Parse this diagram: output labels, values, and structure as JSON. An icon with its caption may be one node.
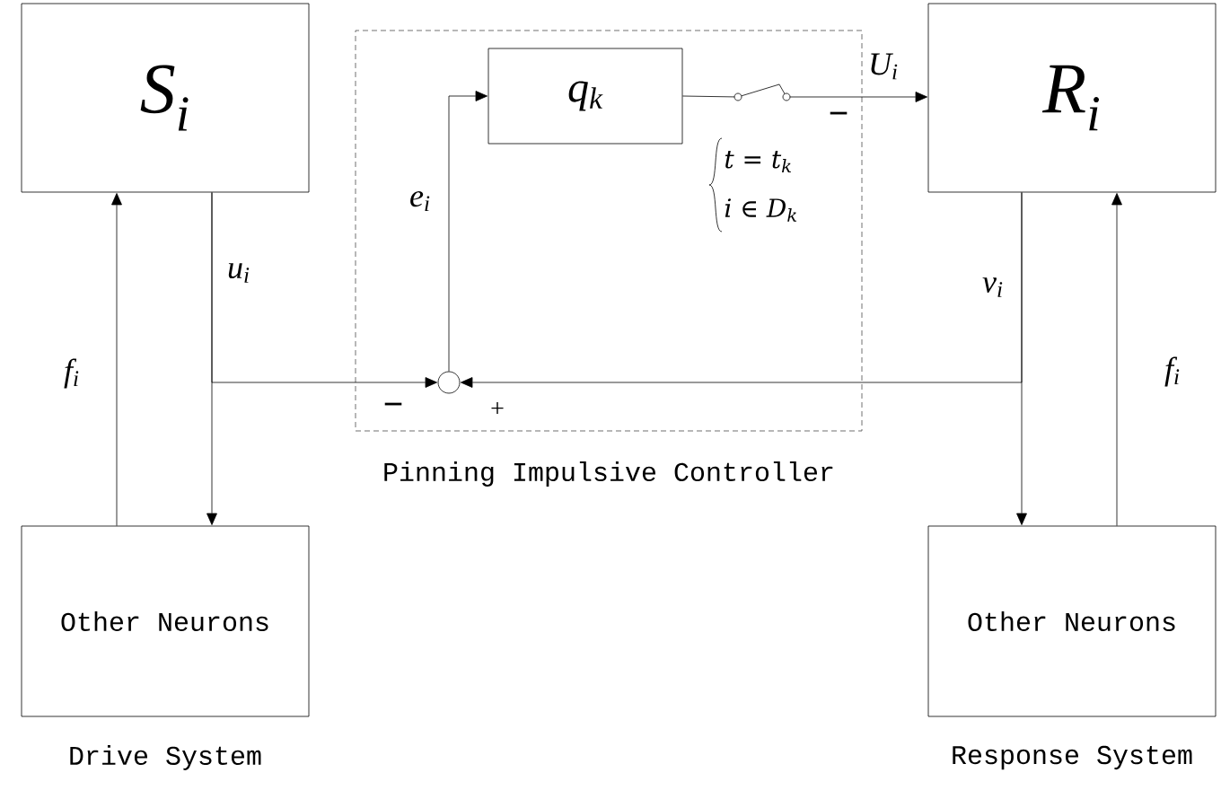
{
  "diagram": {
    "nodes": [
      {
        "text": [
          "S$_{i}$"
        ]
      },
      {
        "text": [
          "R$_{i}$"
        ]
      },
      {
        "text": [
          "Other Neurons"
        ],
        "beside": [
          "Drive System"
        ]
      },
      {
        "text": [
          "Other Neurons"
        ],
        "beside": [
          "Response System"
        ]
      },
      {
        "text": [],
        "shape": "box",
        "beside": [
          "Pinning Impulsive Controller"
        ]
      },
      {
        "text": [
          "q$_{k}$"
        ],
        "in": 4
      },
      {
        "text": [],
        "shape": "circle",
        "in": 4
      }
    ],
    "edges": [
      {
        "from": 0,
        "to": 2,
        "arrow": "to",
        "label": "u$_{i}$"
      },
      {
        "from": 0,
        "to": 6,
        "arrow": "to"
      },
      {
        "from": 2,
        "to": 0,
        "arrow": "to",
        "label": "f$_{i}$"
      },
      {
        "from": 1,
        "to": 3,
        "arrow": "to",
        "label": "v$_{i}$"
      },
      {
        "from": 1,
        "to": 6,
        "arrow": "to"
      },
      {
        "from": 3,
        "to": 1,
        "arrow": "to",
        "label": "f$_{i}$"
      },
      {
        "from": 6,
        "to": 5,
        "arrow": "to",
        "label": "e$_{i}$"
      },
      {
        "from": 5,
        "to": 1,
        "arrow": "to",
        "label": "U$_{i}$"
      }
    ],
    "labels": [
      "−",
      "t = t$_{k}$",
      "i ∈ D$_{k}$",
      "−",
      "+"
    ]
  }
}
